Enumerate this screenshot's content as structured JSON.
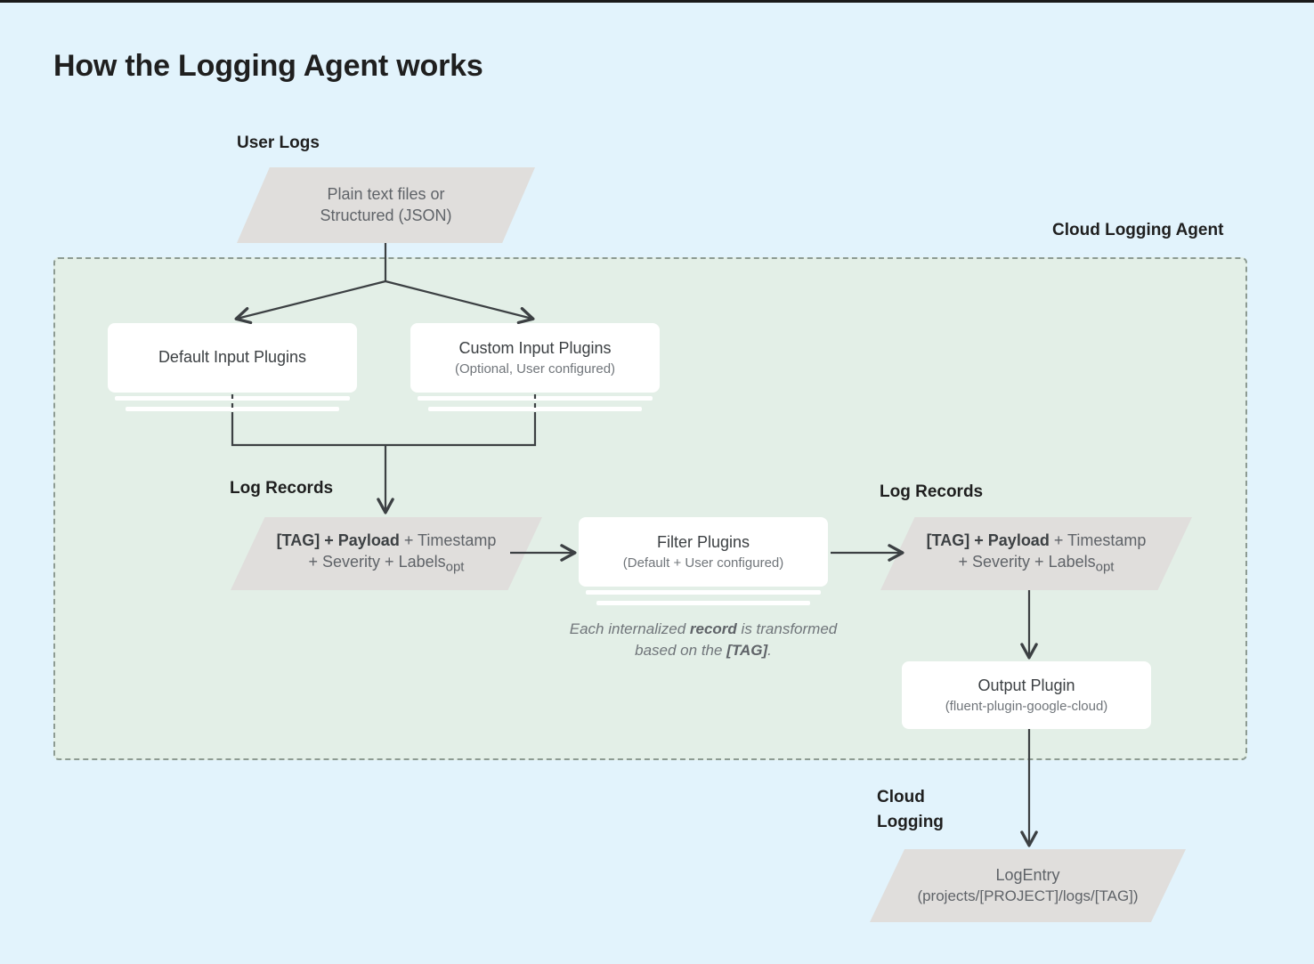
{
  "page": {
    "title": "How the Logging Agent works",
    "background_color": "#e2f3fc",
    "panel_color": "#e3efe7",
    "parallelogram_color": "#e0dedc",
    "card_color": "#ffffff",
    "connector_color": "#3c4043"
  },
  "labels": {
    "user_logs": "User Logs",
    "cloud_logging_agent": "Cloud Logging Agent",
    "log_records_left": "Log Records",
    "log_records_right": "Log Records",
    "cloud_logging": "Cloud\nLogging"
  },
  "nodes": {
    "user_logs_source": {
      "shape": "parallelogram",
      "line1": "Plain text files or",
      "line2": "Structured (JSON)"
    },
    "default_input_plugins": {
      "shape": "card-stack",
      "title": "Default Input Plugins",
      "subtitle": ""
    },
    "custom_input_plugins": {
      "shape": "card-stack",
      "title": "Custom Input Plugins",
      "subtitle": "(Optional, User configured)"
    },
    "log_record_left": {
      "shape": "parallelogram",
      "bold_prefix": "[TAG] + Payload",
      "line1_rest": " + Timestamp",
      "line2": "+ Severity + Labels",
      "line2_sub": "opt"
    },
    "filter_plugins": {
      "shape": "card-stack",
      "title": "Filter Plugins",
      "subtitle": "(Default + User configured)"
    },
    "log_record_right": {
      "shape": "parallelogram",
      "bold_prefix": "[TAG] + Payload",
      "line1_rest": " + Timestamp",
      "line2": "+ Severity + Labels",
      "line2_sub": "opt"
    },
    "output_plugin": {
      "shape": "card",
      "title": "Output Plugin",
      "subtitle": "(fluent-plugin-google-cloud)"
    },
    "log_entry": {
      "shape": "parallelogram",
      "title": "LogEntry",
      "subtitle": "(projects/[PROJECT]/logs/[TAG])"
    }
  },
  "caption": {
    "part1": "Each internalized ",
    "bold1": "record",
    "part2": " is transformed based on the ",
    "bold2": "[TAG]",
    "part3": "."
  }
}
